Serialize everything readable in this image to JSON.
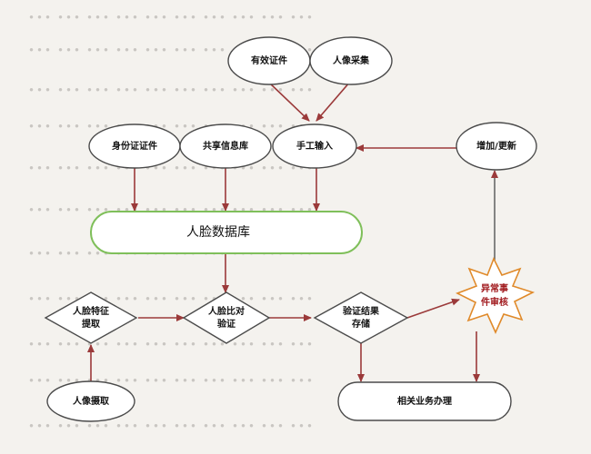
{
  "nodes": {
    "valid_id": "有效证件",
    "portrait_capture": "人像采集",
    "id_card": "身份证证件",
    "shared_db": "共享信息库",
    "manual_input": "手工输入",
    "add_update": "增加/更新",
    "face_db": "人脸数据库",
    "feature_extract_line1": "人脸特征",
    "feature_extract_line2": "提取",
    "face_compare_line1": "人脸比对",
    "face_compare_line2": "验证",
    "result_store_line1": "验证结果",
    "result_store_line2": "存储",
    "anomaly_line1": "异常事",
    "anomaly_line2": "件审核",
    "portrait_acquire": "人像摄取",
    "related_business": "相关业务办理"
  },
  "colors": {
    "arrow": "#9b3a3a",
    "db_border": "#7fbf5a",
    "anomaly_border": "#e08a2a",
    "anomaly_text": "#a0181c"
  }
}
